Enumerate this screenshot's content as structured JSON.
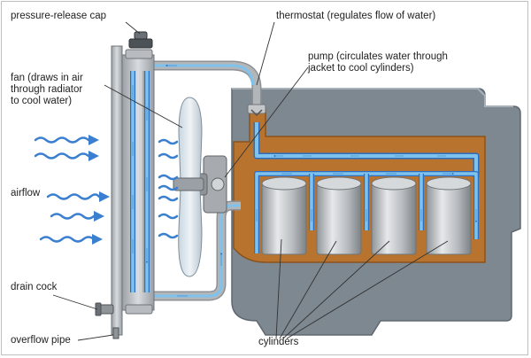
{
  "labels": {
    "pressure_cap": "pressure-release cap",
    "thermostat": "thermostat (regulates flow of water)",
    "pump_line1": "pump (circulates water through",
    "pump_line2": "jacket to cool cylinders)",
    "fan_line1": "fan (draws in air",
    "fan_line2": "through radiator",
    "fan_line3": "to cool water)",
    "airflow": "airflow",
    "drain_cock": "drain cock",
    "overflow_pipe": "overflow pipe",
    "cylinders": "cylinders"
  },
  "colors": {
    "engine_block": "#7e8891",
    "water_jacket": "#b8742e",
    "coolant": "#7fc3ec",
    "hose": "#a6a9ac",
    "airflow": "#3a7fd0"
  }
}
